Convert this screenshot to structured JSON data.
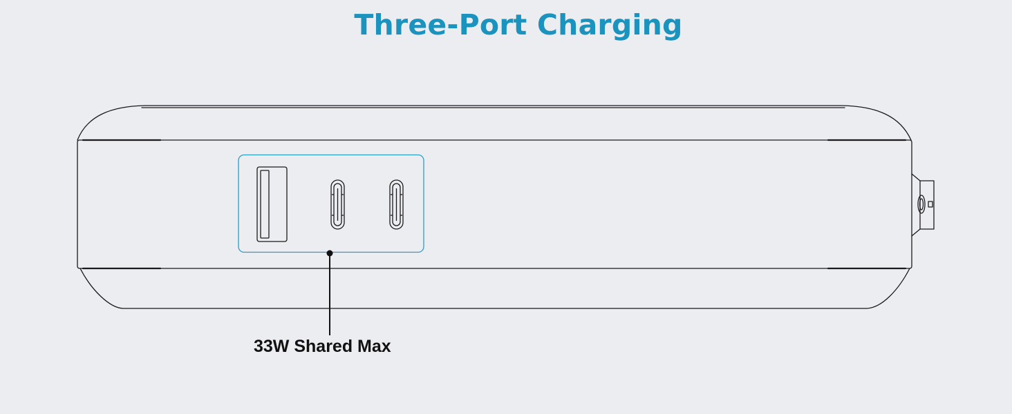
{
  "header": {
    "title": "Three-Port Charging"
  },
  "callout": {
    "label": "33W Shared Max"
  },
  "ports": [
    {
      "type": "usb-a",
      "icon": "usb-a-port-icon"
    },
    {
      "type": "usb-c",
      "icon": "usb-c-port-icon"
    },
    {
      "type": "usb-c",
      "icon": "usb-c-port-icon"
    }
  ],
  "colors": {
    "background": "#ecedf1",
    "accent": "#1b93bf",
    "line": "#1a1a1a",
    "highlight_box": "#2a9fc4"
  }
}
